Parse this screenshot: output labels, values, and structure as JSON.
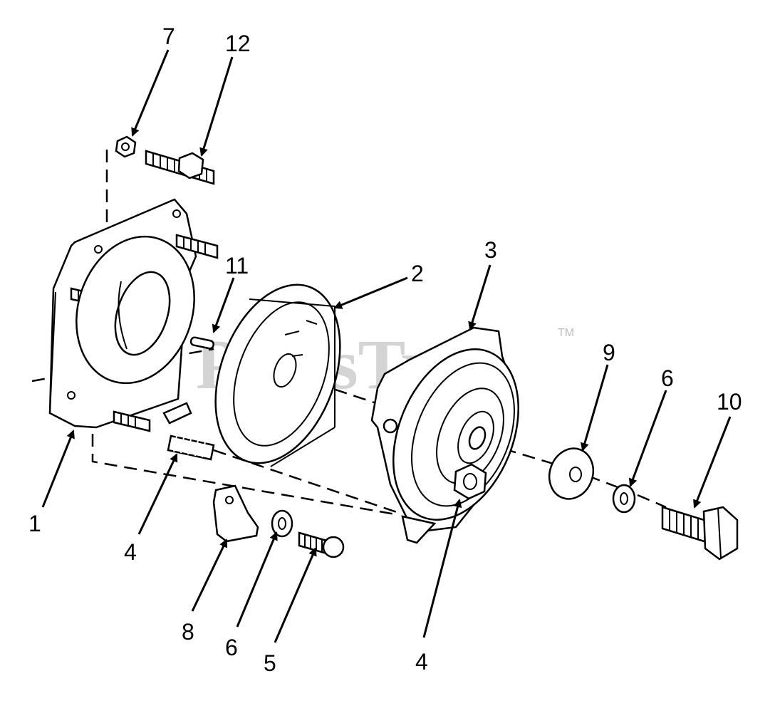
{
  "watermark": {
    "text": "PartsTree",
    "trademark": "TM"
  },
  "callouts": [
    {
      "id": "c7",
      "text": "7"
    },
    {
      "id": "c12",
      "text": "12"
    },
    {
      "id": "c11",
      "text": "11"
    },
    {
      "id": "c2",
      "text": "2"
    },
    {
      "id": "c3",
      "text": "3"
    },
    {
      "id": "c9",
      "text": "9"
    },
    {
      "id": "c6a",
      "text": "6"
    },
    {
      "id": "c10",
      "text": "10"
    },
    {
      "id": "c1",
      "text": "1"
    },
    {
      "id": "c4a",
      "text": "4"
    },
    {
      "id": "c8",
      "text": "8"
    },
    {
      "id": "c6b",
      "text": "6"
    },
    {
      "id": "c5",
      "text": "5"
    },
    {
      "id": "c4b",
      "text": "4"
    }
  ]
}
